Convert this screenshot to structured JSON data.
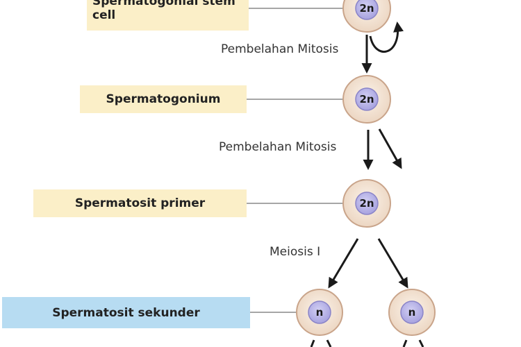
{
  "stages": {
    "stem_cell": {
      "line1": "Spermatogonial stem",
      "line2": "cell"
    },
    "spermatogonium": "Spermatogonium",
    "primary": "Spermatosit primer",
    "secondary": "Spermatosit sekunder"
  },
  "steps": {
    "mitosis_1": "Pembelahan Mitosis",
    "mitosis_2": "Pembelahan Mitosis",
    "meiosis_1": "Meiosis I"
  },
  "cells": {
    "stem": "2n",
    "spermatogonium": "2n",
    "primary": "2n",
    "secondary_left": "n",
    "secondary_right": "n"
  },
  "colors": {
    "label_yellow": "#fbefc8",
    "label_blue": "#b7dcf2",
    "cell_outer": "#f3e4d6",
    "cell_border": "#c9a48a",
    "nucleus": "#b8b4e6",
    "nucleus_border": "#8a84c8",
    "arrow": "#1a1a1a"
  }
}
